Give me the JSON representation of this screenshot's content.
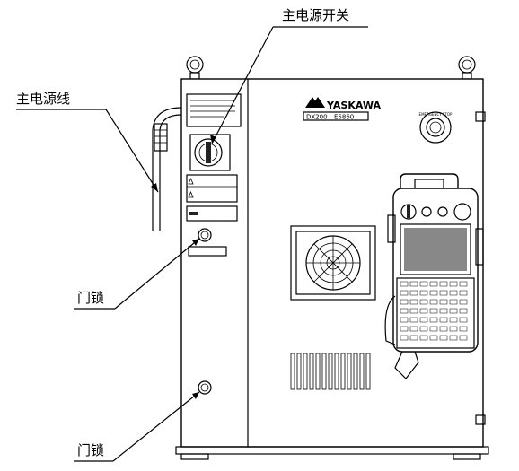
{
  "labels": {
    "main_power_switch": "主电源开关",
    "main_power_cable": "主电源线",
    "door_lock_upper": "门锁",
    "door_lock_lower": "门锁"
  },
  "panel": {
    "brand": "YASKAWA",
    "model": "DX200",
    "model_code": "E5860",
    "emergency_stop": "EMERGENCY STOP"
  }
}
